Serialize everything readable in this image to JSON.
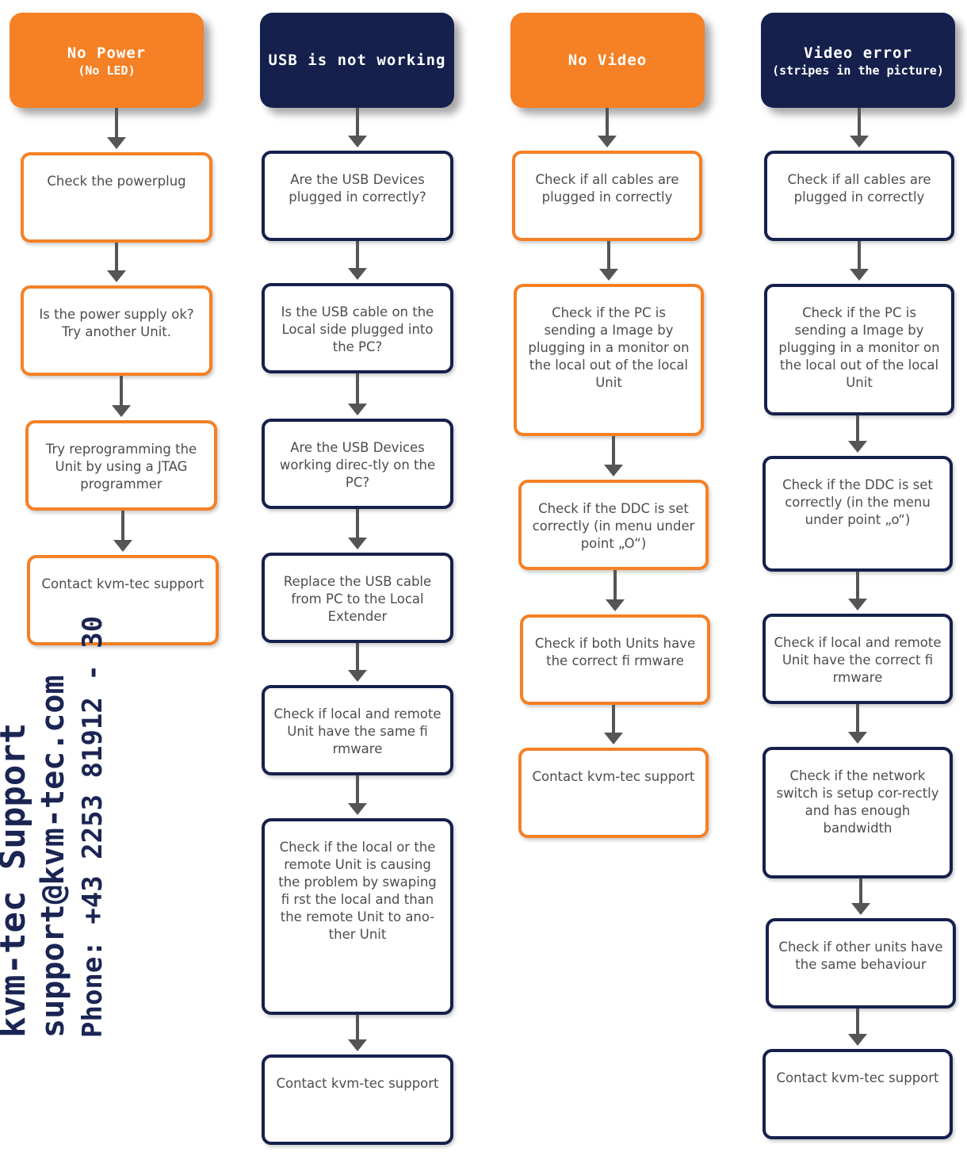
{
  "colors": {
    "orange": "#f58025",
    "navy": "#16204d",
    "arrow": "#555555"
  },
  "columns": [
    {
      "theme": "orange",
      "title": "No Power",
      "subtitle": "(No LED)",
      "steps": [
        "Check the powerplug",
        "Is the power supply ok? Try another Unit.",
        "Try reprogramming the Unit by using a JTAG programmer",
        "Contact kvm-tec support"
      ]
    },
    {
      "theme": "navy",
      "title": "USB is not working",
      "subtitle": "",
      "steps": [
        "Are the USB Devices plugged in correctly?",
        "Is the USB cable on the Local side plugged into the PC?",
        "Are the USB Devices working direc-tly on the PC?",
        "Replace the USB cable from PC to the Local Extender",
        "Check if local and remote Unit have the same fi rmware",
        "Check if the local or the remote Unit is causing the problem by swaping fi rst the local and than the remote Unit to ano-ther Unit",
        "Contact kvm-tec support"
      ]
    },
    {
      "theme": "orange",
      "title": "No Video",
      "subtitle": "",
      "steps": [
        "Check if all cables are plugged in correctly",
        "Check if the PC is sending a Image by plugging in a monitor on the local out of the local Unit",
        "Check if the DDC is set correctly (in menu under point „O“)",
        "Check if both Units have the correct fi rmware",
        "Contact kvm-tec support"
      ]
    },
    {
      "theme": "navy",
      "title": "Video error",
      "subtitle": "(stripes in the picture)",
      "steps": [
        "Check if all cables are plugged in correctly",
        "Check if the PC is sending a Image by plugging in a monitor on the local out of the local Unit",
        "Check if the DDC is set correctly (in the menu under point „o“)",
        "Check if local and remote Unit have the correct fi rmware",
        "Check if the network switch is setup cor-rectly and has enough bandwidth",
        "Check if other units have the same behaviour",
        "Contact kvm-tec support"
      ]
    }
  ],
  "contact": {
    "line1": "kvm-tec Support",
    "line2": "support@kvm-tec.com",
    "line3": "Phone: +43 2253 81912 - 30"
  }
}
